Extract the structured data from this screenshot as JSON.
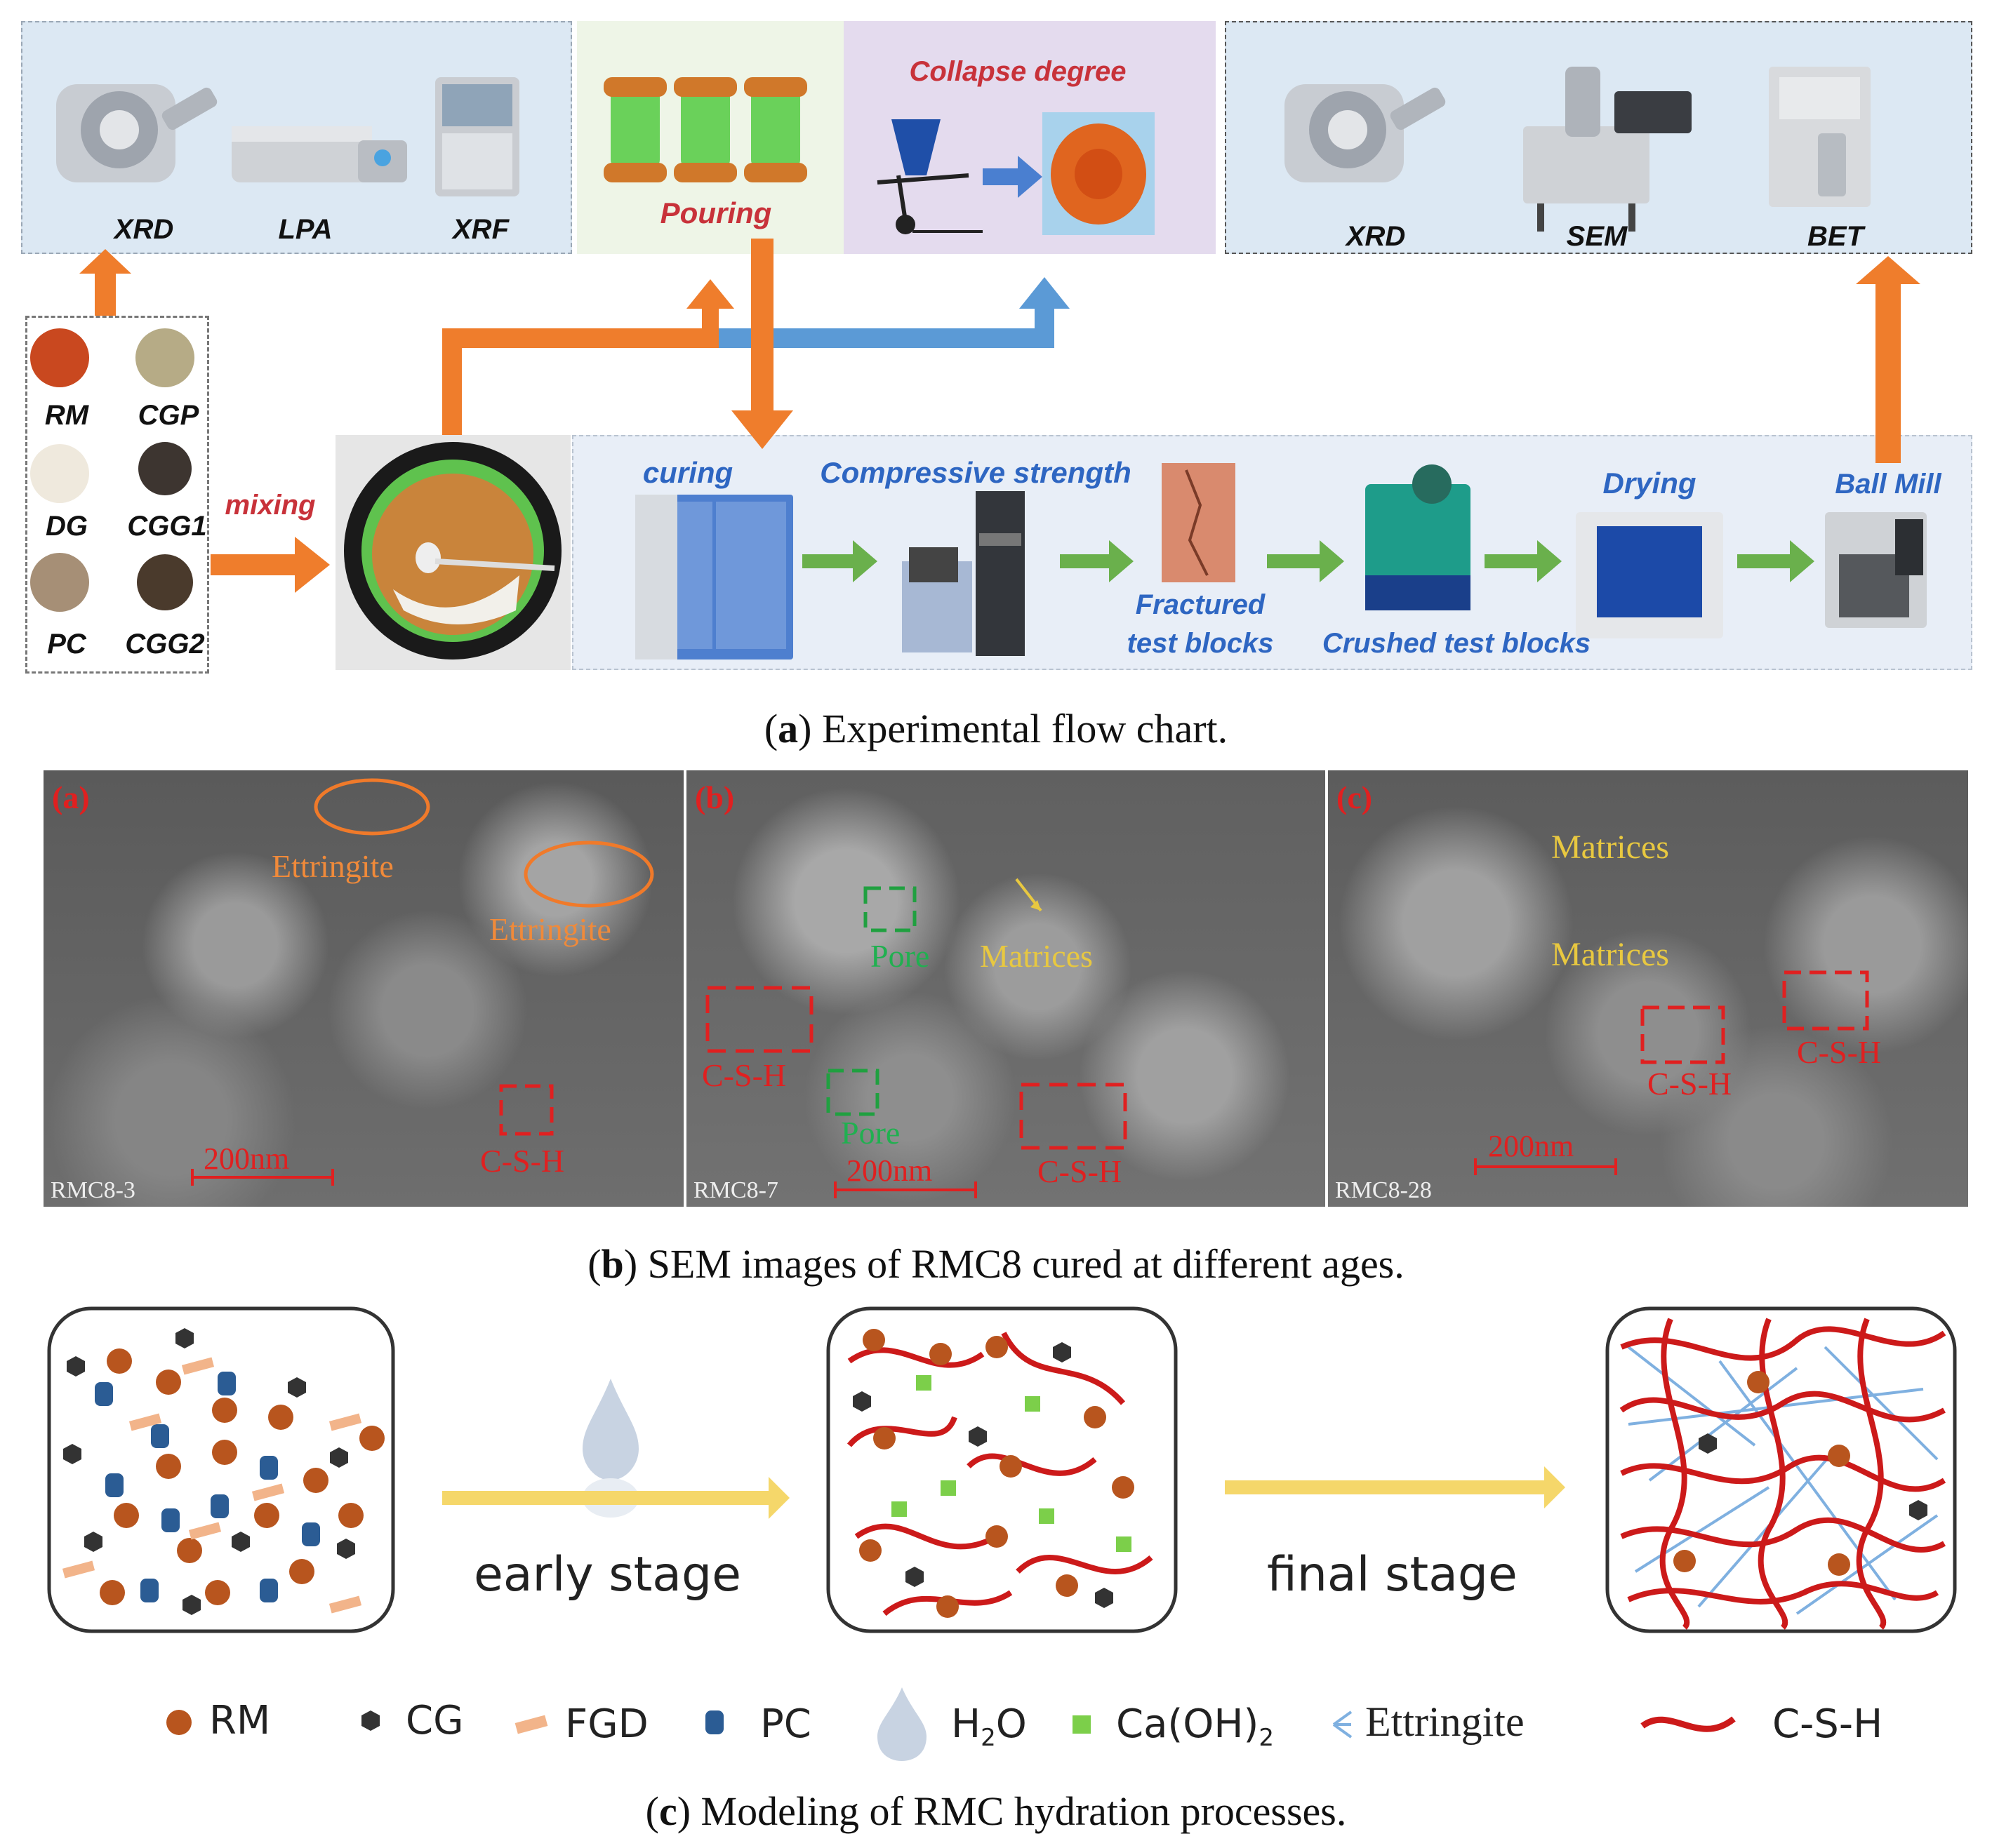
{
  "panel_a": {
    "characterization_1": {
      "labels": [
        "XRD",
        "LPA",
        "XRF"
      ]
    },
    "pouring_label": "Pouring",
    "collapse_label": "Collapse degree",
    "characterization_2": {
      "labels": [
        "XRD",
        "SEM",
        "BET"
      ]
    },
    "materials": [
      "RM",
      "CGP",
      "DG",
      "CGG1",
      "PC",
      "CGG2"
    ],
    "mixing_label": "mixing",
    "process_steps": {
      "curing": "curing",
      "compressive": "Compressive strength",
      "fractured_1": "Fractured",
      "fractured_2": "test blocks",
      "crushed": "Crushed test blocks",
      "drying": "Drying",
      "ball_mill": "Ball Mill"
    },
    "caption_letter": "a",
    "caption_text": ") Experimental flow chart."
  },
  "panel_b": {
    "images": [
      {
        "tag": "(a)",
        "sample": "RMC8-3",
        "scale": "200nm",
        "annotations": {
          "ettringite_1": "Ettringite",
          "ettringite_2": "Ettringite",
          "csh": "C-S-H"
        }
      },
      {
        "tag": "(b)",
        "sample": "RMC8-7",
        "scale": "200nm",
        "annotations": {
          "pore_1": "Pore",
          "matrices": "Matrices",
          "csh_1": "C-S-H",
          "pore_2": "Pore",
          "csh_2": "C-S-H"
        }
      },
      {
        "tag": "(c)",
        "sample": "RMC8-28",
        "scale": "200nm",
        "annotations": {
          "matrices_1": "Matrices",
          "matrices_2": "Matrices",
          "csh_1": "C-S-H",
          "csh_2": "C-S-H"
        }
      }
    ],
    "caption_letter": "b",
    "caption_text": ") SEM images of RMC8 cured at different ages."
  },
  "panel_c": {
    "stage_1": "early stage",
    "stage_2": "final stage",
    "legend": {
      "rm": "RM",
      "cg": "CG",
      "fgd": "FGD",
      "pc": "PC",
      "h2o_h": "H",
      "h2o_sub": "2",
      "h2o_o": "O",
      "caoh_a": "Ca(OH)",
      "caoh_sub": "2",
      "ettringite": "Ettringite",
      "csh": "C-S-H"
    },
    "colors": {
      "rm": "#b8551e",
      "cg": "#333333",
      "fgd": "#f2b48a",
      "pc": "#2b5c94",
      "caoh": "#7ccf4a",
      "ettringite": "#7fb0e0",
      "csh": "#cc1a1a",
      "arrow": "#f5d76a"
    },
    "caption_letter": "c",
    "caption_text": ") Modeling of RMC hydration processes."
  }
}
